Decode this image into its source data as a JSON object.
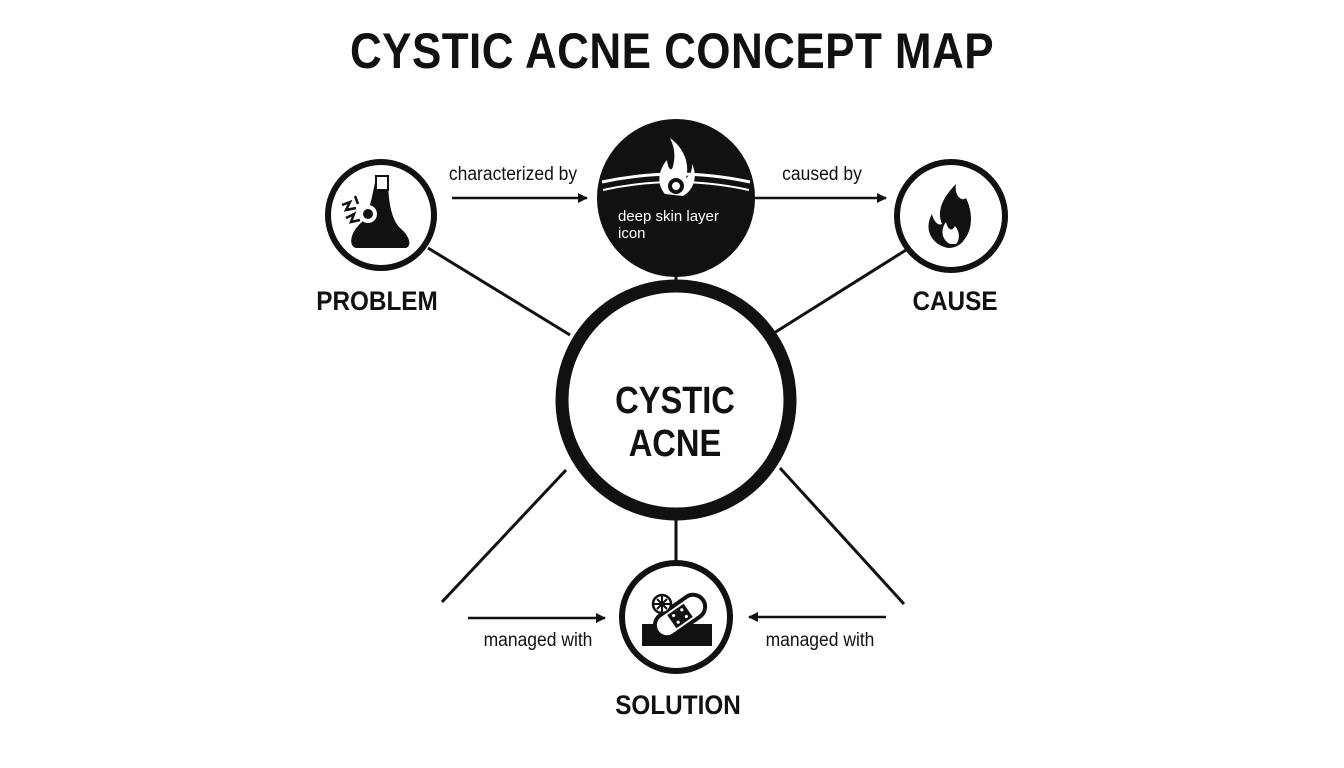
{
  "title": "CYSTIC ACNE CONCEPT MAP",
  "center": {
    "label": "CYSTIC ACNE"
  },
  "nodes": {
    "problem": {
      "label": "PROBLEM",
      "icon": "painful-lump-icon"
    },
    "feature": {
      "caption": "deep skin layer icon",
      "icon": "deep-skin-flame-icon"
    },
    "cause": {
      "label": "CAUSE",
      "icon": "flame-icon"
    },
    "solution": {
      "label": "SOLUTION",
      "icon": "bandage-treatment-icon"
    }
  },
  "edges": {
    "characterized_by": "characterized by",
    "caused_by": "caused by",
    "managed_with_left": "managed with",
    "managed_with_right": "managed with"
  },
  "colors": {
    "ink": "#111111",
    "background": "#ffffff"
  }
}
